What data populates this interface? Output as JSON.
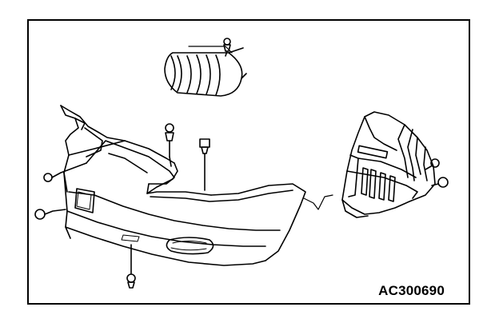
{
  "figure": {
    "id_label": "AC300690"
  },
  "colors": {
    "line": "#000000",
    "background": "#ffffff"
  },
  "parts": {
    "grille": "front-bumper-grille",
    "bumper": "front-bumper-cover",
    "bracket": "front-bumper-side-bracket",
    "fasteners": [
      "clip",
      "bolt",
      "screw"
    ]
  }
}
